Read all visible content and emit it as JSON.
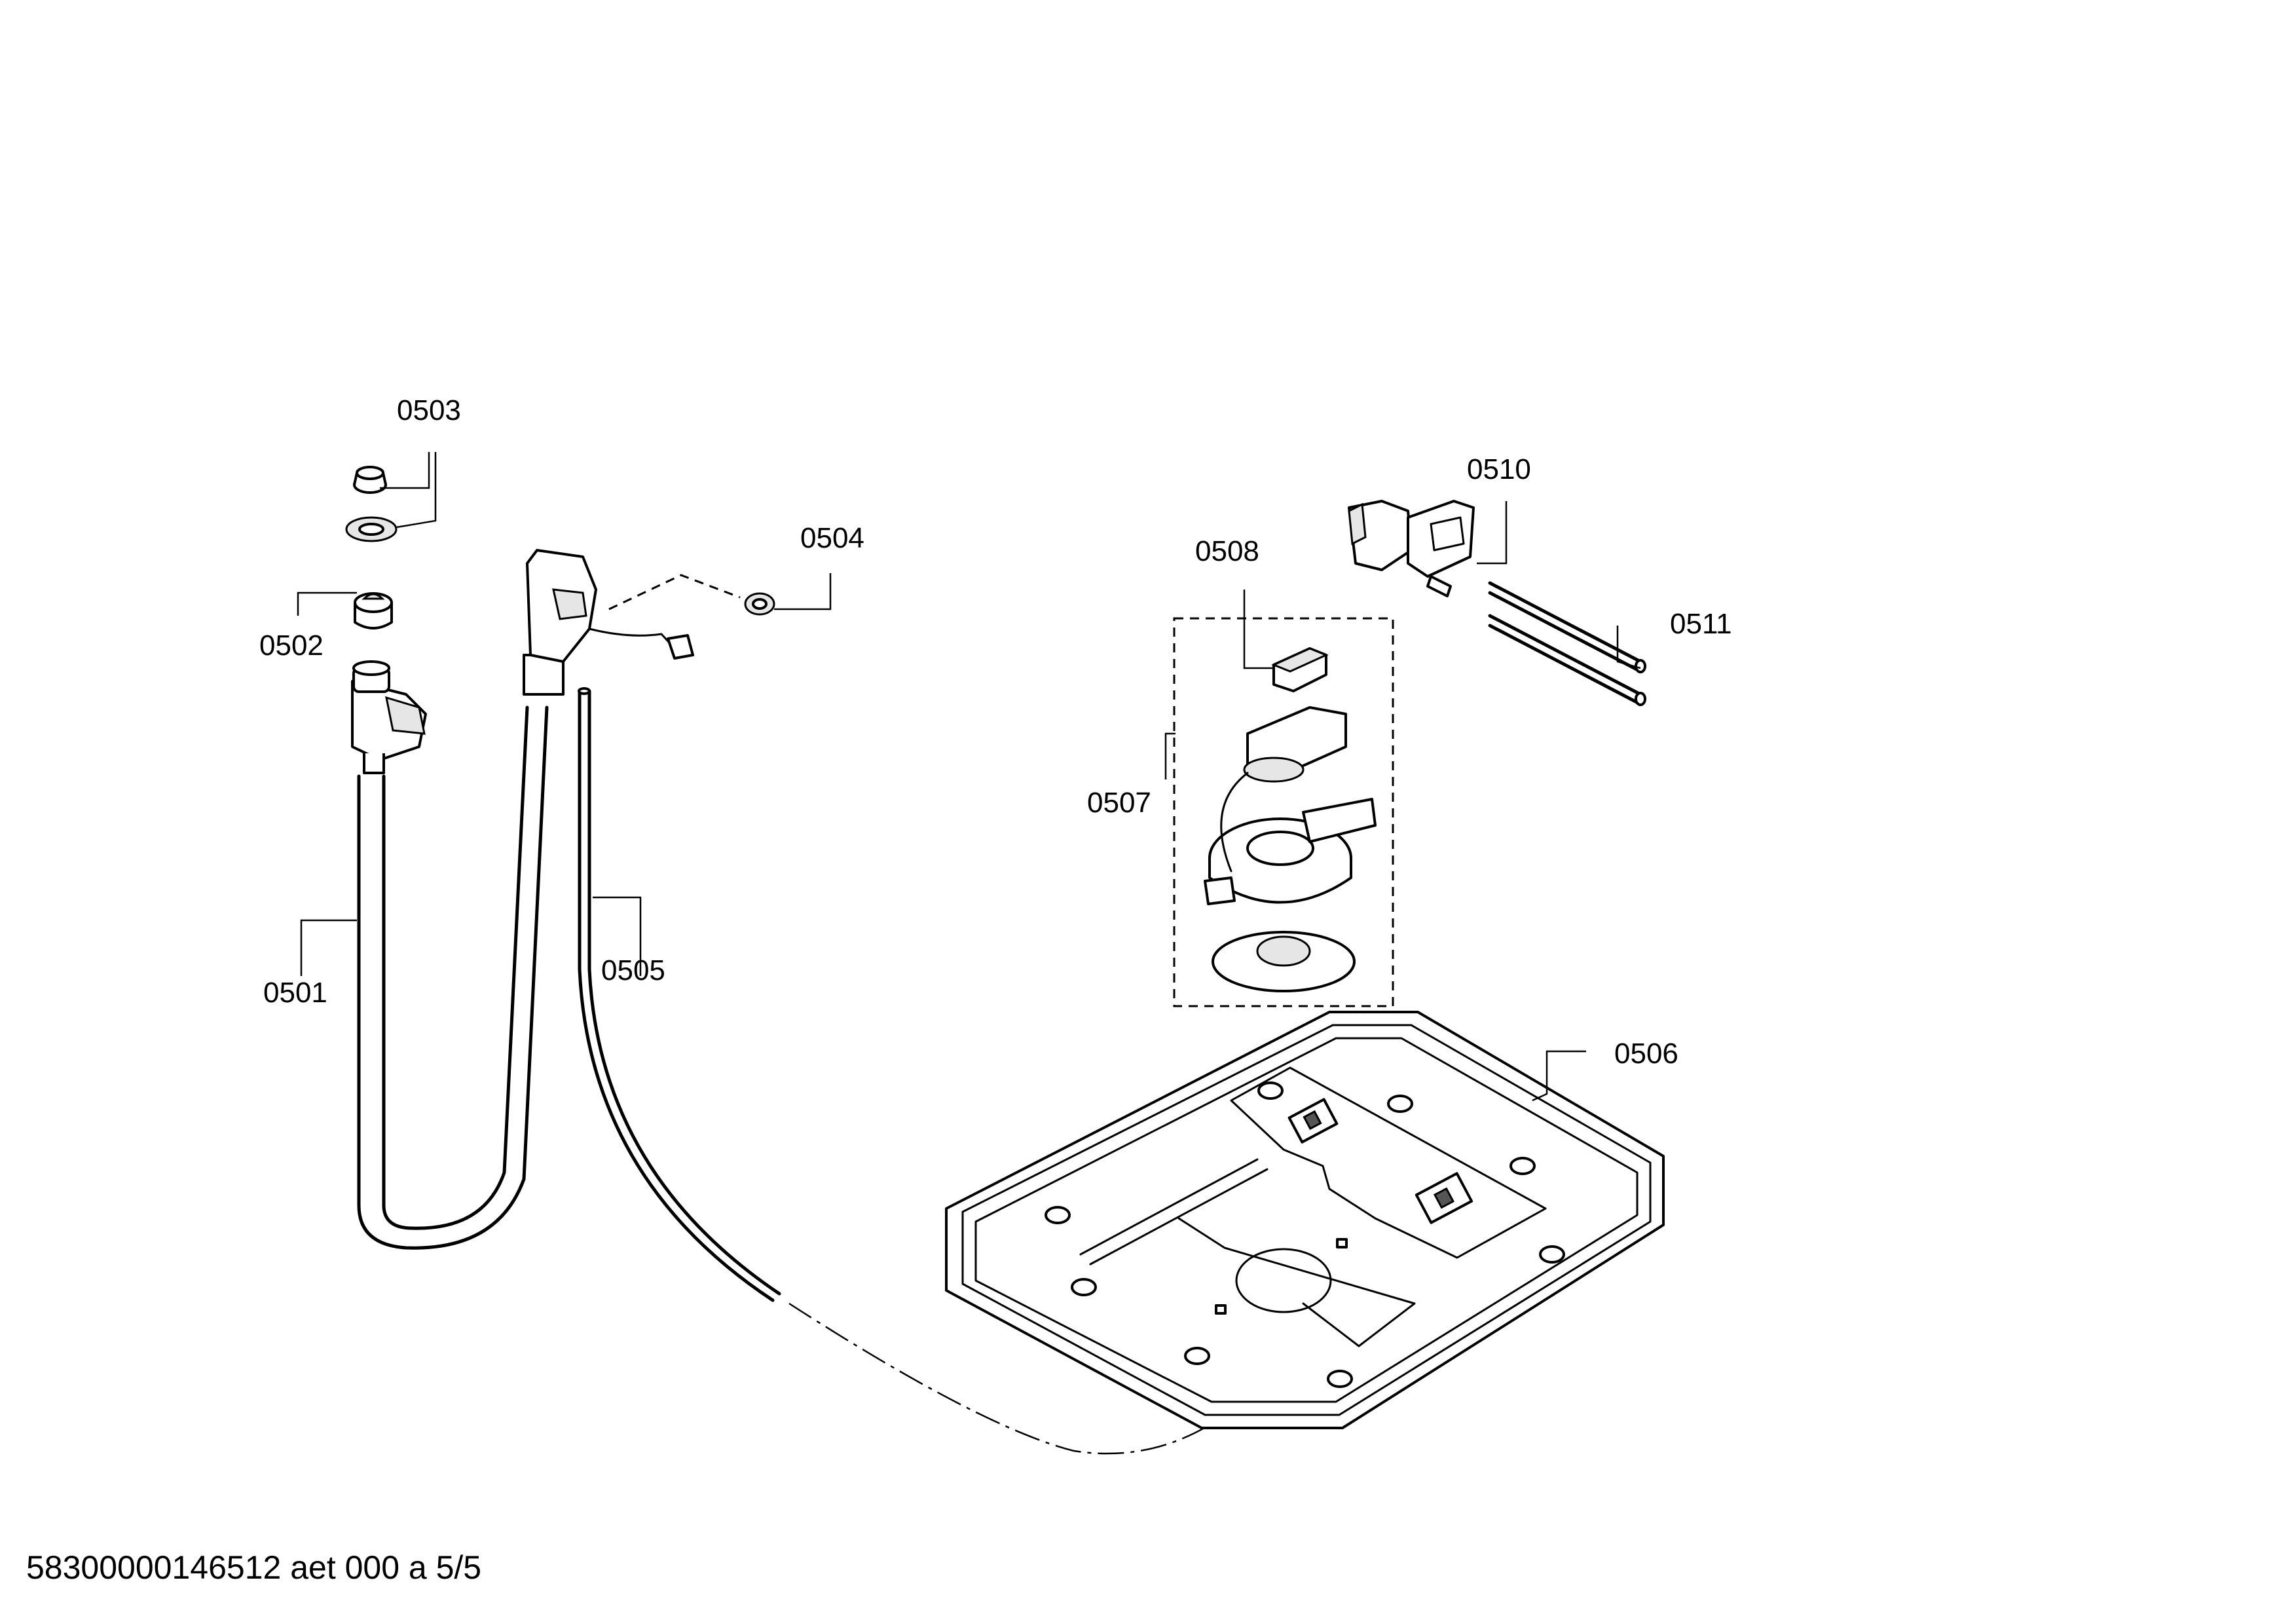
{
  "parts": [
    {
      "id": "0501"
    },
    {
      "id": "0502"
    },
    {
      "id": "0503"
    },
    {
      "id": "0504"
    },
    {
      "id": "0505"
    },
    {
      "id": "0506"
    },
    {
      "id": "0507"
    },
    {
      "id": "0508"
    },
    {
      "id": "0510"
    },
    {
      "id": "0511"
    }
  ],
  "footer": {
    "code": "58300000146512 aet 000 a 5/5"
  }
}
